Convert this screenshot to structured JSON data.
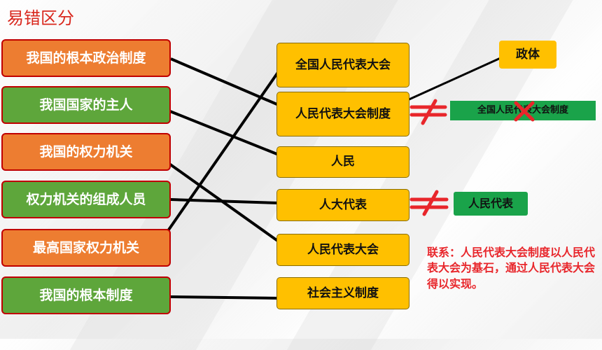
{
  "title": "易错区分",
  "left_items": [
    {
      "label": "我国的根本政治制度",
      "color": "#ed7d31"
    },
    {
      "label": "我国国家的主人",
      "color": "#5ea63b"
    },
    {
      "label": "我国的权力机关",
      "color": "#ed7d31"
    },
    {
      "label": "权力机关的组成人员",
      "color": "#5ea63b"
    },
    {
      "label": "最高国家权力机关",
      "color": "#ed7d31"
    },
    {
      "label": "我国的根本制度",
      "color": "#5ea63b"
    }
  ],
  "mid_items": [
    {
      "label": "全国人民代表大会"
    },
    {
      "label": "人民代表大会制度"
    },
    {
      "label": "人民"
    },
    {
      "label": "人大代表"
    },
    {
      "label": "人民代表大会"
    },
    {
      "label": "社会主义制度"
    }
  ],
  "right": {
    "zhengti": "政体",
    "not_equal_1": "全国人民代表大会制度",
    "not_equal_2": "人民代表"
  },
  "note": "联系：人民代表大会制度以人民代表大会为基石，通过人民代表大会得以实现。",
  "colors": {
    "accent_red": "#e8262b",
    "mid_fill": "#ffc000",
    "green_tag": "#1aa34a"
  }
}
